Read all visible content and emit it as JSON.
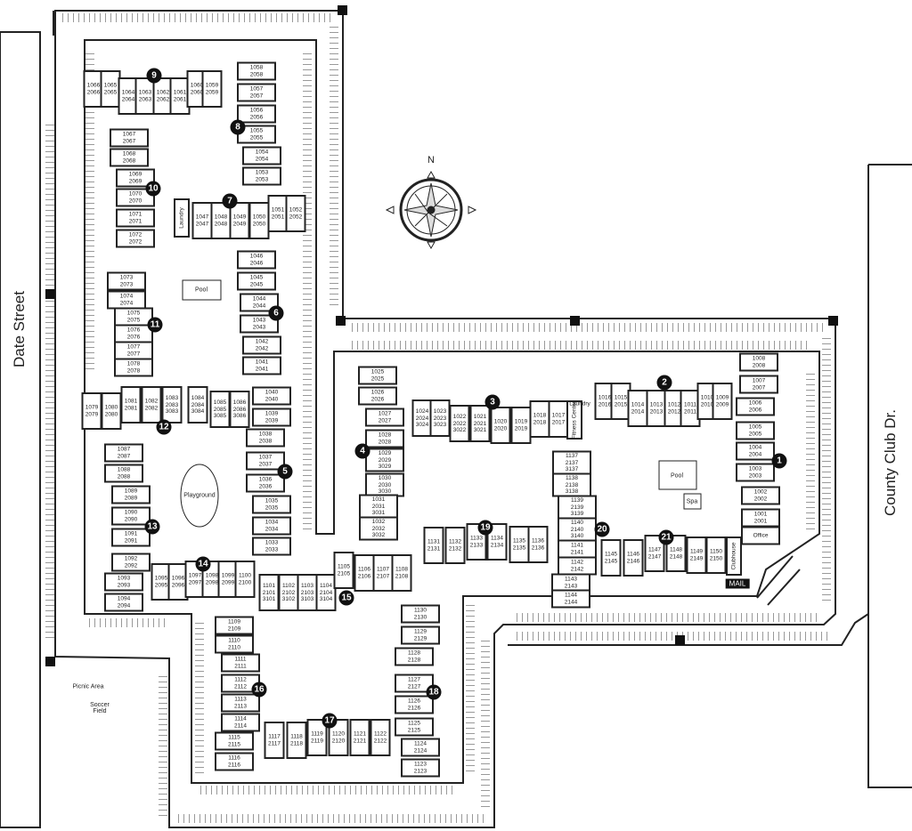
{
  "streets": {
    "left": "Date Street",
    "right": "County Club Dr."
  },
  "compass": {
    "north": "N"
  },
  "amenities": {
    "pool_west": "Pool",
    "playground": "Playground",
    "pool_east": "Pool",
    "spa": "Spa",
    "picnic": "Picnic Area",
    "soccer": "Soccer Field",
    "mail": "MAIL"
  },
  "buildings": [
    {
      "number": "1",
      "units": [
        [
          "1008",
          "2008"
        ],
        [
          "1007",
          "2007"
        ],
        [
          "1006",
          "2006"
        ],
        [
          "1005",
          "2005"
        ],
        [
          "1004",
          "2004"
        ],
        [
          "1003",
          "2003"
        ],
        [
          "1002",
          "2002"
        ],
        [
          "1001",
          "2001"
        ],
        [
          "Office"
        ]
      ]
    },
    {
      "number": "2",
      "units": [
        [
          "1016",
          "2016"
        ],
        [
          "1015",
          "2015"
        ],
        [
          "1014",
          "2014"
        ],
        [
          "1013",
          "2013"
        ],
        [
          "1012",
          "2012"
        ],
        [
          "1011",
          "2011"
        ],
        [
          "1010",
          "2010"
        ],
        [
          "1009",
          "2009"
        ]
      ]
    },
    {
      "number": "3",
      "units": [
        [
          "1024",
          "2024",
          "3024"
        ],
        [
          "1023",
          "2023",
          "3023"
        ],
        [
          "1022",
          "2022",
          "3022"
        ],
        [
          "1021",
          "2021",
          "3021"
        ],
        [
          "1020",
          "2020"
        ],
        [
          "1019",
          "2019"
        ],
        [
          "1018",
          "2018"
        ],
        [
          "1017",
          "2017"
        ],
        [
          "Fitness Center"
        ],
        [
          "Laundry"
        ]
      ]
    },
    {
      "number": "4",
      "units": [
        [
          "1025",
          "2025"
        ],
        [
          "1026",
          "2026"
        ],
        [
          "1027",
          "2027"
        ],
        [
          "1028",
          "2028"
        ],
        [
          "1029",
          "2029",
          "3029"
        ],
        [
          "1030",
          "2030",
          "3030"
        ],
        [
          "1031",
          "2031",
          "3031"
        ],
        [
          "1032",
          "2032",
          "3032"
        ]
      ]
    },
    {
      "number": "5",
      "units": [
        [
          "1040",
          "2040"
        ],
        [
          "1039",
          "2039"
        ],
        [
          "1038",
          "2038"
        ],
        [
          "1037",
          "2037"
        ],
        [
          "1036",
          "2036"
        ],
        [
          "1035",
          "2035"
        ],
        [
          "1034",
          "2034"
        ],
        [
          "1033",
          "2033"
        ]
      ]
    },
    {
      "number": "6",
      "units": [
        [
          "1046",
          "2046"
        ],
        [
          "1045",
          "2045"
        ],
        [
          "1044",
          "2044"
        ],
        [
          "1043",
          "2043"
        ],
        [
          "1042",
          "2042"
        ],
        [
          "1041",
          "2041"
        ]
      ]
    },
    {
      "number": "7",
      "units": [
        [
          "Laundry"
        ],
        [
          "1047",
          "2047"
        ],
        [
          "1048",
          "2048"
        ],
        [
          "1049",
          "2049"
        ],
        [
          "1050",
          "2050"
        ],
        [
          "1051",
          "2051"
        ],
        [
          "1052",
          "2052"
        ]
      ]
    },
    {
      "number": "8",
      "units": [
        [
          "1058",
          "2058"
        ],
        [
          "1057",
          "2057"
        ],
        [
          "1056",
          "2056"
        ],
        [
          "1055",
          "2055"
        ],
        [
          "1054",
          "2054"
        ],
        [
          "1053",
          "2053"
        ]
      ]
    },
    {
      "number": "9",
      "units": [
        [
          "1066",
          "2066"
        ],
        [
          "1065",
          "2065"
        ],
        [
          "1064",
          "2064"
        ],
        [
          "1063",
          "2063"
        ],
        [
          "1062",
          "2062"
        ],
        [
          "1061",
          "2061"
        ],
        [
          "1060",
          "2060"
        ],
        [
          "1059",
          "2059"
        ]
      ]
    },
    {
      "number": "10",
      "units": [
        [
          "1067",
          "2067"
        ],
        [
          "1068",
          "2068"
        ],
        [
          "1069",
          "2069"
        ],
        [
          "1070",
          "2070"
        ],
        [
          "1071",
          "2071"
        ],
        [
          "1072",
          "2072"
        ]
      ]
    },
    {
      "number": "11",
      "units": [
        [
          "1073",
          "2073"
        ],
        [
          "1074",
          "2074"
        ],
        [
          "1075",
          "2075"
        ],
        [
          "1076",
          "2076"
        ],
        [
          "1077",
          "2077"
        ],
        [
          "1078",
          "2078"
        ]
      ]
    },
    {
      "number": "12",
      "units": [
        [
          "1079",
          "2079"
        ],
        [
          "1080",
          "2080"
        ],
        [
          "1081",
          "2081"
        ],
        [
          "1082",
          "2082"
        ],
        [
          "1083",
          "2083",
          "3083"
        ],
        [
          "1084",
          "2084",
          "3084"
        ],
        [
          "1085",
          "2085",
          "3085"
        ],
        [
          "1086",
          "2086",
          "3086"
        ]
      ]
    },
    {
      "number": "13",
      "units": [
        [
          "1087",
          "2087"
        ],
        [
          "1088",
          "2088"
        ],
        [
          "1089",
          "2089"
        ],
        [
          "1090",
          "2090"
        ],
        [
          "1091",
          "2091"
        ],
        [
          "1092",
          "2092"
        ],
        [
          "1093",
          "2093"
        ],
        [
          "1094",
          "2094"
        ]
      ]
    },
    {
      "number": "14",
      "units": [
        [
          "1095",
          "2095"
        ],
        [
          "1096",
          "2096"
        ],
        [
          "1097",
          "2097"
        ],
        [
          "1098",
          "2098"
        ],
        [
          "1099",
          "2099"
        ],
        [
          "1100",
          "2100"
        ]
      ]
    },
    {
      "number": "15",
      "units": [
        [
          "1101",
          "2101",
          "3101"
        ],
        [
          "1102",
          "2102",
          "3102"
        ],
        [
          "1103",
          "2103",
          "3103"
        ],
        [
          "1104",
          "2104",
          "3104"
        ],
        [
          "1105",
          "2105"
        ],
        [
          "1106",
          "2106"
        ],
        [
          "1107",
          "2107"
        ],
        [
          "1108",
          "2108"
        ]
      ]
    },
    {
      "number": "16",
      "units": [
        [
          "1109",
          "2109"
        ],
        [
          "1110",
          "2110"
        ],
        [
          "1111",
          "2111"
        ],
        [
          "1112",
          "2112"
        ],
        [
          "1113",
          "2113"
        ],
        [
          "1114",
          "2114"
        ],
        [
          "1115",
          "2115"
        ],
        [
          "1116",
          "2116"
        ]
      ]
    },
    {
      "number": "17",
      "units": [
        [
          "1117",
          "2117"
        ],
        [
          "1118",
          "2118"
        ],
        [
          "1119",
          "2119"
        ],
        [
          "1120",
          "2120"
        ],
        [
          "1121",
          "2121"
        ],
        [
          "1122",
          "2122"
        ]
      ]
    },
    {
      "number": "18",
      "units": [
        [
          "1130",
          "2130"
        ],
        [
          "1129",
          "2129"
        ],
        [
          "1128",
          "2128"
        ],
        [
          "1127",
          "2127"
        ],
        [
          "1126",
          "2126"
        ],
        [
          "1125",
          "2125"
        ],
        [
          "1124",
          "2124"
        ],
        [
          "1123",
          "2123"
        ]
      ]
    },
    {
      "number": "19",
      "units": [
        [
          "1131",
          "2131"
        ],
        [
          "1132",
          "2132"
        ],
        [
          "1133",
          "2133"
        ],
        [
          "1134",
          "2134"
        ],
        [
          "1135",
          "2135"
        ],
        [
          "1136",
          "2136"
        ]
      ]
    },
    {
      "number": "20",
      "units": [
        [
          "1137",
          "2137",
          "3137"
        ],
        [
          "1138",
          "2138",
          "3138"
        ],
        [
          "1139",
          "2139",
          "3139"
        ],
        [
          "1140",
          "2140",
          "3140"
        ],
        [
          "1141",
          "2141"
        ],
        [
          "1142",
          "2142"
        ],
        [
          "1143",
          "2143"
        ],
        [
          "1144",
          "2144"
        ]
      ]
    },
    {
      "number": "21",
      "units": [
        [
          "1145",
          "2145"
        ],
        [
          "1146",
          "2146"
        ],
        [
          "1147",
          "2147"
        ],
        [
          "1148",
          "2148"
        ],
        [
          "1149",
          "2149"
        ],
        [
          "1150",
          "2150"
        ],
        [
          "Clubhouse"
        ]
      ]
    }
  ]
}
